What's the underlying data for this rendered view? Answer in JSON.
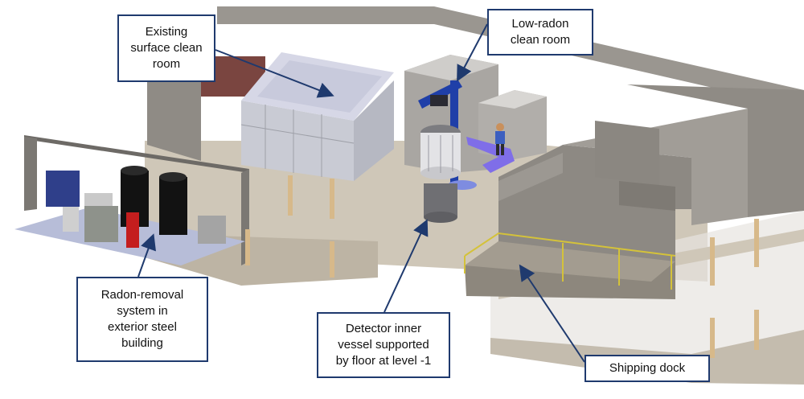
{
  "callouts": {
    "surface_clean_room": "Existing\nsurface clean\nroom",
    "low_radon_clean_room": "Low-radon\nclean room",
    "radon_removal": "Radon-removal\nsystem in\nexterior steel\nbuilding",
    "detector_vessel": "Detector inner\nvessel supported\nby floor at level -1",
    "shipping_dock": "Shipping dock"
  },
  "colors": {
    "callout_border": "#1f3a6e",
    "arrow": "#1f3a6e",
    "wall": "#8e8a84",
    "floor": "#c9c1b4",
    "steel_building_floor": "#b7bdd8",
    "clean_room_glass": "#d9dbe8",
    "crane": "#1f3fa8",
    "railing": "#d4c23a"
  }
}
